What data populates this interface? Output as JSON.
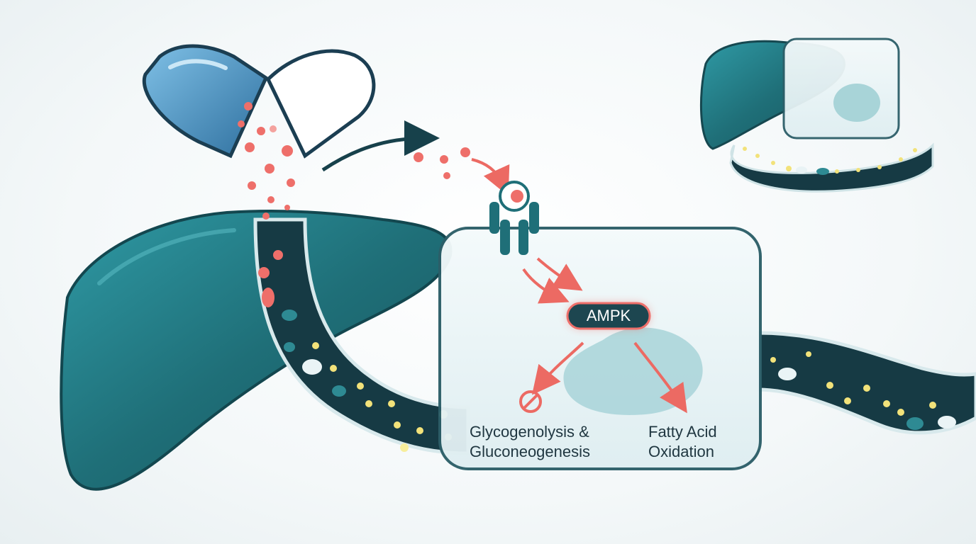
{
  "labels": {
    "ampk": "AMPK",
    "inhibited_line1": "Glycogenolysis &",
    "inhibited_line2": "Gluconeogenesis",
    "activated_line1": "Fatty Acid",
    "activated_line2": "Oxidation"
  },
  "icons": [
    "capsule-icon",
    "liver-icon",
    "blood-vessel-icon",
    "receptor-icon",
    "inhibition-icon",
    "hepatocyte-icon"
  ],
  "colors": {
    "liver": "#1f6f78",
    "liver_light": "#2f96a0",
    "vessel": "#163a44",
    "drug_particles": "#ee6f6a",
    "arrows": "#ec6a63",
    "ampk_fill": "#1d4650",
    "nutrients": "#f2e27a",
    "capsule_blue": "#3a86b8"
  }
}
